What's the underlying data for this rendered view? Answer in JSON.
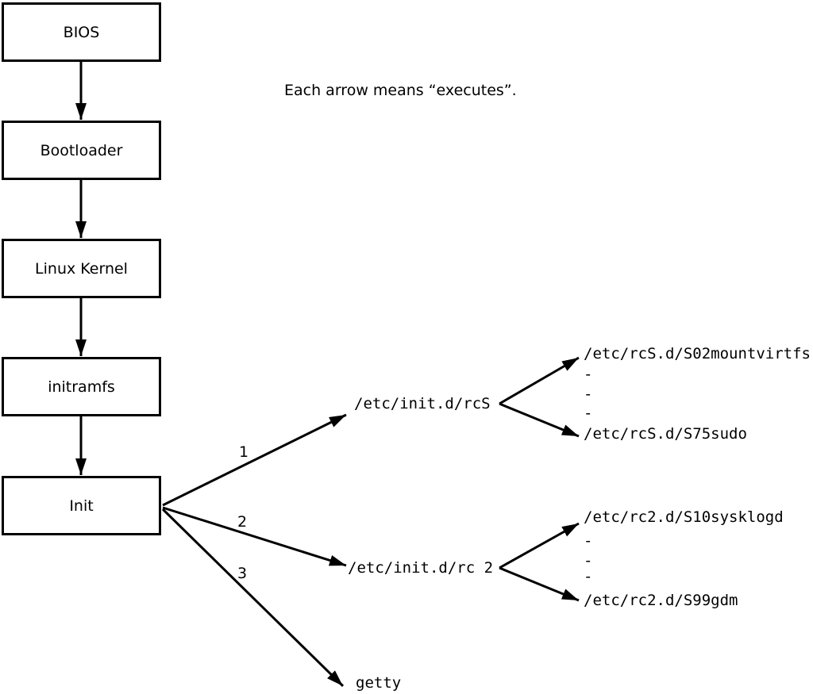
{
  "note": "Each arrow means “executes”.",
  "boot_chain": [
    {
      "id": "bios",
      "label": "BIOS"
    },
    {
      "id": "bootloader",
      "label": "Bootloader"
    },
    {
      "id": "linux-kernel",
      "label": "Linux Kernel"
    },
    {
      "id": "initramfs",
      "label": "initramfs"
    },
    {
      "id": "init",
      "label": "Init"
    }
  ],
  "init_targets": [
    {
      "order": "1",
      "label": "/etc/init.d/rcS",
      "entries": [
        "/etc/rcS.d/S02mountvirtfs",
        "-",
        "-",
        "-",
        "/etc/rcS.d/S75sudo"
      ]
    },
    {
      "order": "2",
      "label": "/etc/init.d/rc 2",
      "entries": [
        "/etc/rc2.d/S10sysklogd",
        "-",
        "-",
        "-",
        "/etc/rc2.d/S99gdm"
      ]
    },
    {
      "order": "3",
      "label": "getty",
      "entries": []
    }
  ],
  "colors": {
    "ink": "#000000",
    "background": "#ffffff"
  }
}
